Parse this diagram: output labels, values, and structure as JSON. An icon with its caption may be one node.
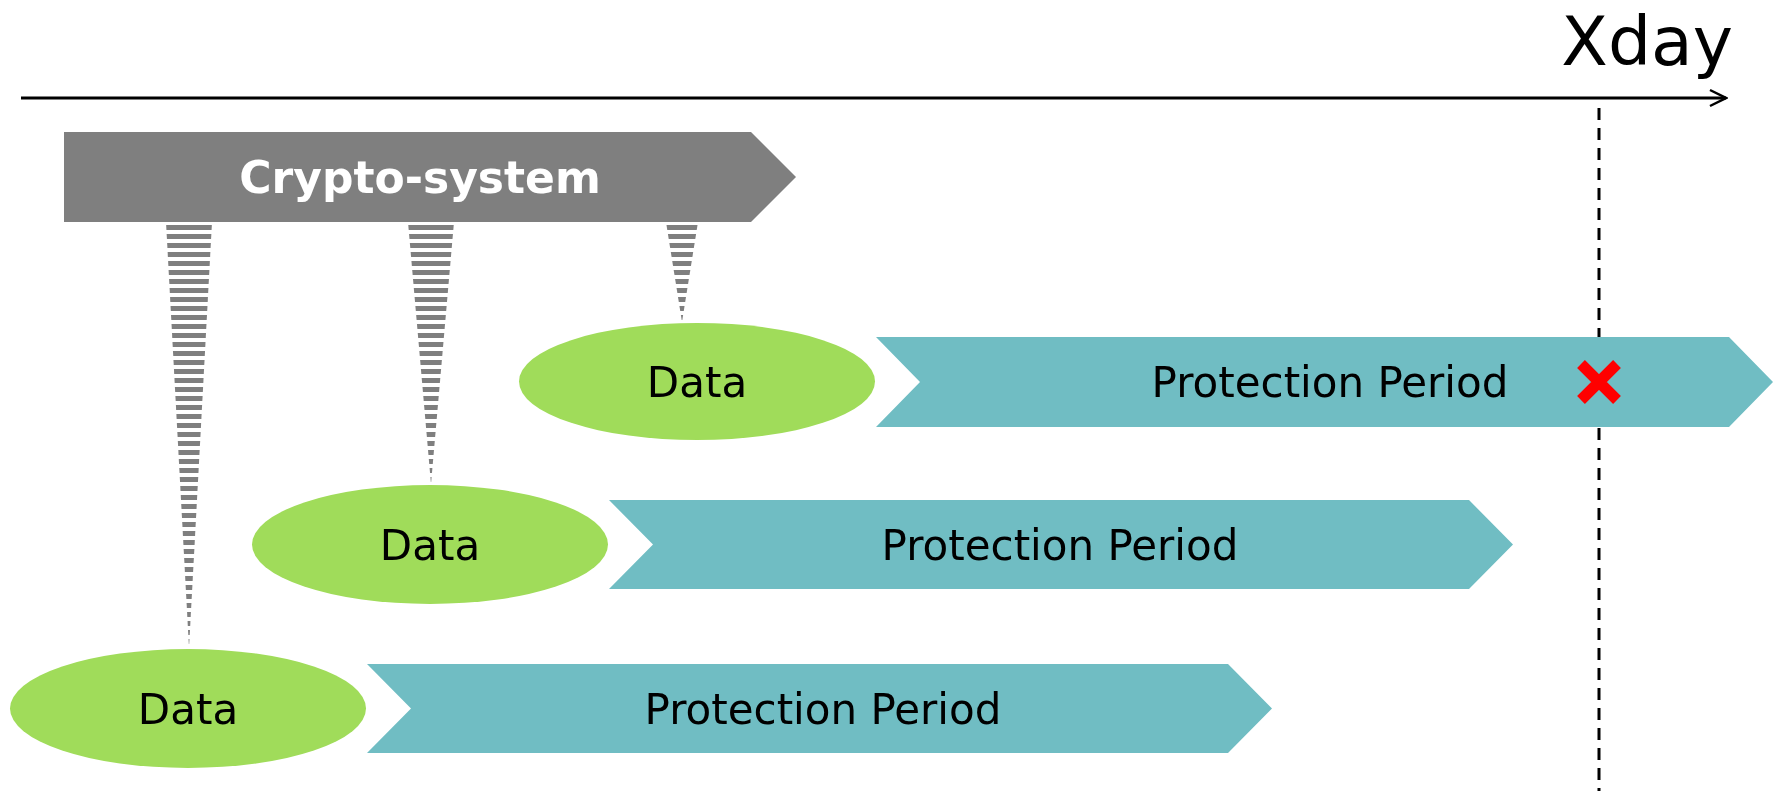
{
  "diagram": {
    "nodes": [
      {
        "text": [
          "Crypto-system"
        ]
      },
      {
        "text": [
          "Data"
        ]
      },
      {
        "text": [
          "Protection Period"
        ]
      },
      {
        "text": [
          "Data"
        ]
      },
      {
        "text": [
          "Protection Period"
        ]
      },
      {
        "text": [
          "Data"
        ]
      },
      {
        "text": [
          "Protection Period"
        ]
      }
    ],
    "edges": [
      {
        "from": 0,
        "to": 1,
        "arrow": "none"
      },
      {
        "from": 0,
        "to": 3,
        "arrow": "none"
      },
      {
        "from": 0,
        "to": 5,
        "arrow": "none"
      }
    ],
    "labels": [
      "Xday"
    ]
  }
}
